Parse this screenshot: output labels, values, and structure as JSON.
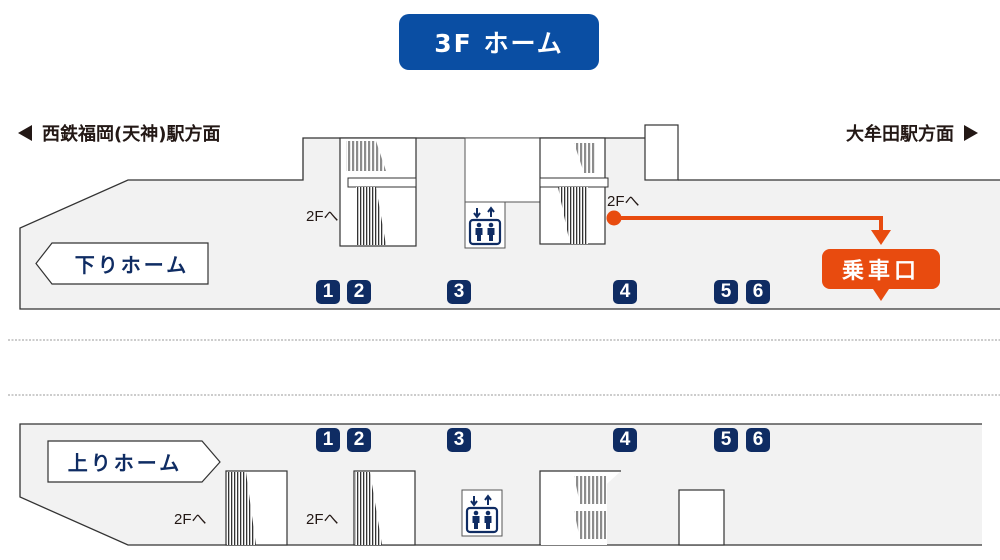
{
  "title": "3F ホーム",
  "directions": {
    "left": "西鉄福岡(天神)駅方面",
    "right": "大牟田駅方面"
  },
  "platforms": {
    "down": {
      "label": "下りホーム",
      "cars": [
        "1",
        "2",
        "3",
        "4",
        "5",
        "6"
      ],
      "stairs_labels": [
        "2Fへ",
        "2Fへ"
      ]
    },
    "up": {
      "label": "上りホーム",
      "cars": [
        "1",
        "2",
        "3",
        "4",
        "5",
        "6"
      ],
      "stairs_labels": [
        "2Fへ",
        "2Fへ"
      ]
    }
  },
  "boarding_point": {
    "label": "乗車口"
  },
  "icons": {
    "elevator": "elevator-icon",
    "stairs": "stairs-icon",
    "direction_left": "triangle-left-icon",
    "direction_right": "triangle-right-icon"
  },
  "colors": {
    "title_bg": "#0a4ea3",
    "car_number_bg": "#0f2c63",
    "platform_fill": "#f2f2f2",
    "route": "#e84b0f",
    "text": "#231815"
  }
}
